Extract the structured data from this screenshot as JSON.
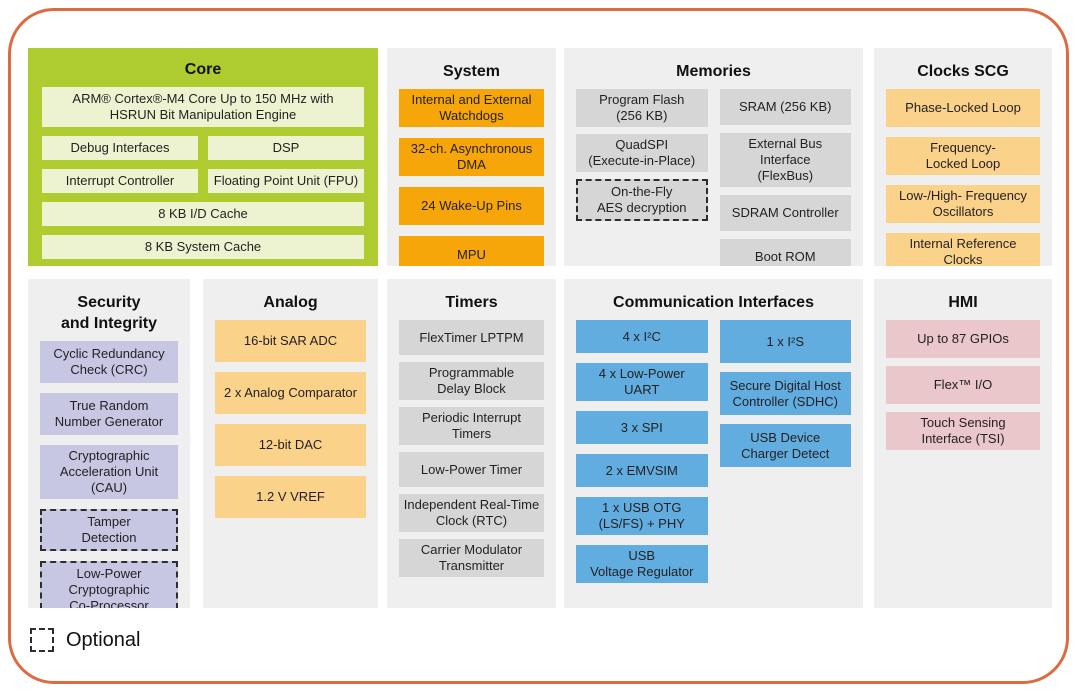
{
  "palette": {
    "frame_border": "#DC6B41",
    "core_bg": "#AECB2F",
    "core_item_bg": "#EDF2D0",
    "section_bg": "#EFEFEF",
    "orange_item": "#F7A60A",
    "amber_item": "#FBD28A",
    "gray_item": "#D6D6D6",
    "lavender_item": "#C7C7E3",
    "blue_item": "#62ADE0",
    "pink_item": "#E9C7CB",
    "text": "#231F20"
  },
  "core": {
    "title": "Core",
    "items": [
      "ARM® Cortex®-M4 Core Up to 150 MHz with\nHSRUN Bit Manipulation Engine",
      "Debug Interfaces",
      "DSP",
      "Interrupt Controller",
      "Floating Point Unit (FPU)",
      "8 KB I/D Cache",
      "8 KB System Cache"
    ]
  },
  "system": {
    "title": "System",
    "items": [
      "Internal and External\nWatchdogs",
      "32-ch. Asynchronous\nDMA",
      "24 Wake-Up Pins",
      "MPU"
    ]
  },
  "memories": {
    "title": "Memories",
    "left": [
      "Program Flash\n(256 KB)",
      "QuadSPI\n(Execute-in-Place)",
      "On-the-Fly\nAES decryption"
    ],
    "right": [
      "SRAM (256 KB)",
      "External Bus Interface\n(FlexBus)",
      "SDRAM Controller",
      "Boot ROM"
    ]
  },
  "clocks": {
    "title": "Clocks SCG",
    "items": [
      "Phase-Locked Loop",
      "Frequency-\nLocked Loop",
      "Low-/High- Frequency\nOscillators",
      "Internal Reference\nClocks"
    ]
  },
  "security": {
    "title": "Security\nand Integrity",
    "items": [
      "Cyclic Redundancy\nCheck (CRC)",
      "True Random\nNumber Generator",
      "Cryptographic\nAcceleration Unit (CAU)",
      "Tamper\nDetection",
      "Low-Power Cryptographic\nCo-Processor\n(LTC)(AES, DES, PKHA)"
    ]
  },
  "analog": {
    "title": "Analog",
    "items": [
      "16-bit SAR ADC",
      "2 x Analog Comparator",
      "12-bit DAC",
      "1.2 V VREF"
    ]
  },
  "timers": {
    "title": "Timers",
    "items": [
      "FlexTimer LPTPM",
      "Programmable\nDelay Block",
      "Periodic Interrupt\nTimers",
      "Low-Power Timer",
      "Independent Real-Time\nClock (RTC)",
      "Carrier Modulator\nTransmitter"
    ]
  },
  "comm": {
    "title": "Communication  Interfaces",
    "left": [
      "4 x I²C",
      "4 x Low-Power UART",
      "3 x SPI",
      "2 x EMVSIM",
      "1 x USB OTG\n(LS/FS) + PHY",
      "USB\nVoltage Regulator"
    ],
    "right": [
      "1 x I²S",
      "Secure Digital Host\nController (SDHC)",
      "USB Device\nCharger Detect"
    ]
  },
  "hmi": {
    "title": "HMI",
    "items": [
      "Up to 87 GPIOs",
      "Flex™ I/O",
      "Touch Sensing\nInterface (TSI)"
    ]
  },
  "legend": {
    "label": "Optional"
  }
}
